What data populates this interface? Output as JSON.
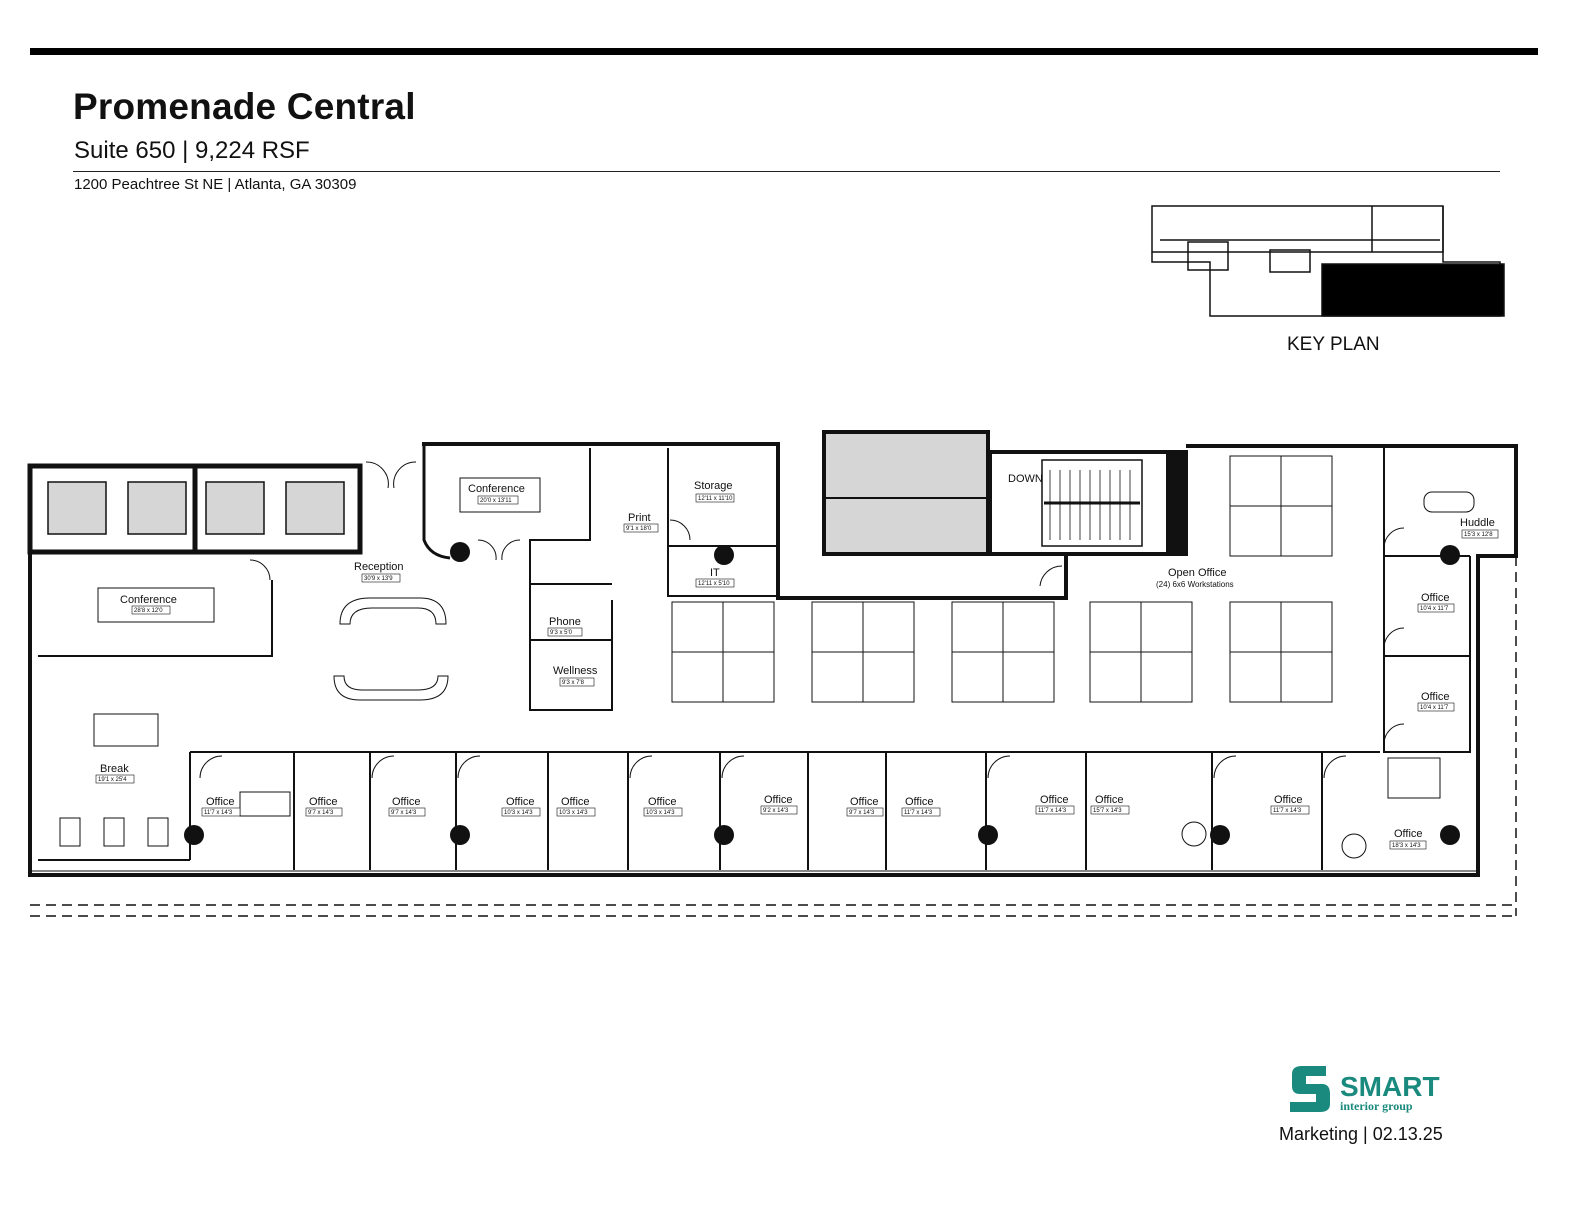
{
  "header": {
    "title": "Promenade Central",
    "suite_line": "Suite 650  | 9,224 RSF",
    "address": "1200 Peachtree St NE | Atlanta, GA 30309"
  },
  "key_plan": {
    "label": "KEY PLAN"
  },
  "floor_plan": {
    "stair_label": "DOWN",
    "rooms": [
      {
        "name": "Conference",
        "dims": "20'0 x 13'11"
      },
      {
        "name": "Conference",
        "dims": "28'8 x 12'0"
      },
      {
        "name": "Reception",
        "dims": "30'9 x 13'9"
      },
      {
        "name": "Print",
        "dims": "9'1 x 18'0"
      },
      {
        "name": "Storage",
        "dims": "12'11 x 11'10"
      },
      {
        "name": "IT",
        "dims": "12'11 x 5'10"
      },
      {
        "name": "Phone",
        "dims": "9'3 x 5'0"
      },
      {
        "name": "Wellness",
        "dims": "9'3 x 7'8"
      },
      {
        "name": "Break",
        "dims": "19'1 x 25'4"
      },
      {
        "name": "Open Office",
        "dims": "(24) 6x6 Workstations"
      },
      {
        "name": "Huddle",
        "dims": "15'3 x 12'8"
      },
      {
        "name": "Office",
        "dims": "10'4 x 11'7"
      },
      {
        "name": "Office",
        "dims": "10'4 x 11'7"
      },
      {
        "name": "Office",
        "dims": "18'3 x 14'3"
      }
    ],
    "south_offices": [
      {
        "name": "Office",
        "dims": "11'7 x 14'3"
      },
      {
        "name": "Office",
        "dims": "9'7 x 14'3"
      },
      {
        "name": "Office",
        "dims": "9'7 x 14'3"
      },
      {
        "name": "Office",
        "dims": "10'3 x 14'3"
      },
      {
        "name": "Office",
        "dims": "10'3 x 14'3"
      },
      {
        "name": "Office",
        "dims": "10'3 x 14'3"
      },
      {
        "name": "Office",
        "dims": "9'2 x 14'3"
      },
      {
        "name": "Office",
        "dims": "9'7 x 14'3"
      },
      {
        "name": "Office",
        "dims": "11'7 x 14'3"
      },
      {
        "name": "Office",
        "dims": "11'7 x 14'3"
      },
      {
        "name": "Office",
        "dims": "15'7 x 14'3"
      },
      {
        "name": "Office",
        "dims": "11'7 x 14'3"
      }
    ]
  },
  "footer": {
    "logo_text": "SMART",
    "logo_sub": "interior group",
    "date_line": "Marketing  | 02.13.25"
  },
  "colors": {
    "logo_teal": "#1a8a7e",
    "wall": "#111111",
    "core_fill": "#d6d6d6"
  }
}
